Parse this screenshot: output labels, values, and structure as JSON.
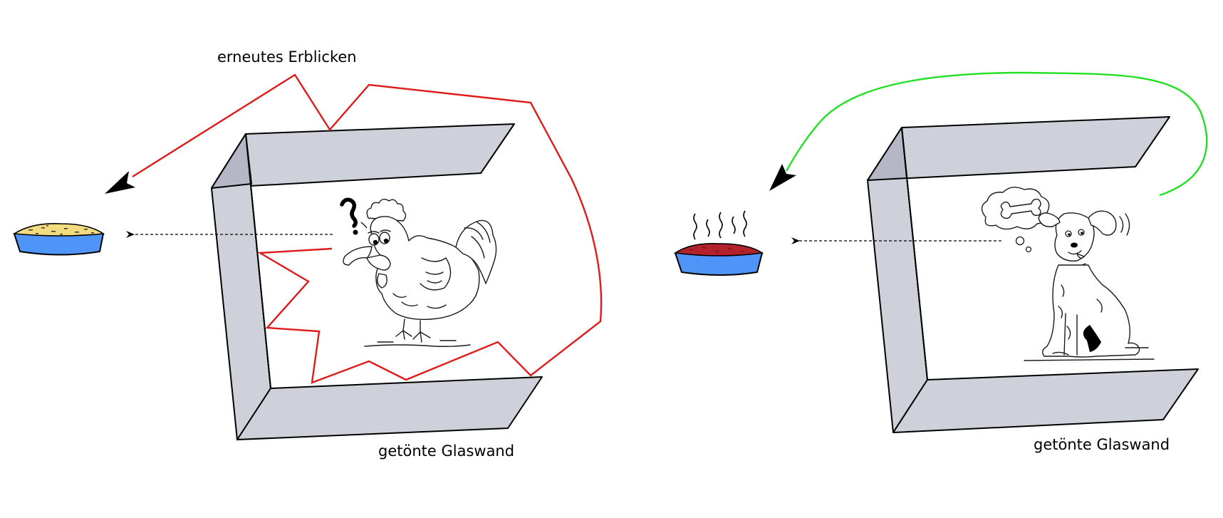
{
  "labels": {
    "reappear": "erneutes Erblicken",
    "glass_left": "getönte Glaswand",
    "glass_right": "getönte Glaswand"
  },
  "colors": {
    "glass": "#cfd1da",
    "glass_shadow": "#b5b7c7",
    "bowl": "#4f94f7",
    "grain": "#f2dc7d",
    "meat": "#b3222a",
    "chicken_path": "#e01b1b",
    "dog_path": "#22e022"
  },
  "icons": {
    "chicken": "chicken-icon",
    "dog": "dog-icon",
    "question_mark": "question-mark-icon",
    "thought_bubble_bone": "bone-thought-icon",
    "steam": "steam-icon"
  }
}
